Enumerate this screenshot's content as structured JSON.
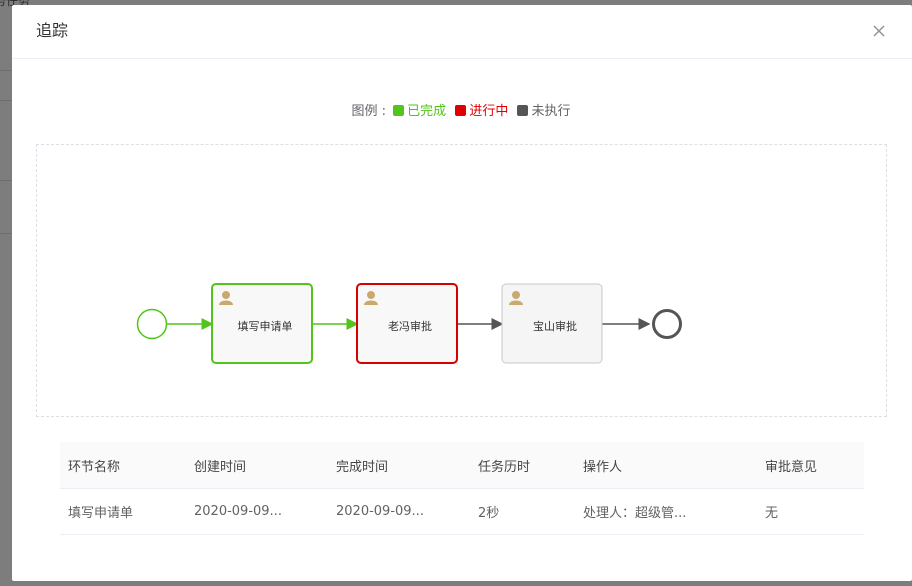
{
  "background": {
    "top_text": "务任务"
  },
  "modal": {
    "title": "追踪",
    "close_label": "X"
  },
  "legend": {
    "prefix": "图例 :",
    "items": [
      {
        "label": "已完成",
        "color": "#52c41a"
      },
      {
        "label": "进行中",
        "color": "#e00000"
      },
      {
        "label": "未执行",
        "color": "#555555"
      }
    ]
  },
  "diagram": {
    "colors": {
      "completed": "#52c41a",
      "active": "#d60000",
      "pending": "#c8c8c8",
      "end_event": "#555555",
      "flow_default": "#555555",
      "user_icon": "#c9a96e"
    },
    "start_event": {
      "state": "completed"
    },
    "tasks": [
      {
        "label": "填写申请单",
        "state": "completed",
        "icon": "user-icon"
      },
      {
        "label": "老冯审批",
        "state": "active",
        "icon": "user-icon"
      },
      {
        "label": "宝山审批",
        "state": "pending",
        "icon": "user-icon"
      }
    ],
    "end_event": {
      "state": "pending"
    }
  },
  "table": {
    "columns": [
      "环节名称",
      "创建时间",
      "完成时间",
      "任务历时",
      "操作人",
      "审批意见"
    ],
    "rows": [
      [
        "填写申请单",
        "2020-09-09...",
        "2020-09-09...",
        "2秒",
        "处理人：超级管...",
        "无"
      ]
    ]
  }
}
